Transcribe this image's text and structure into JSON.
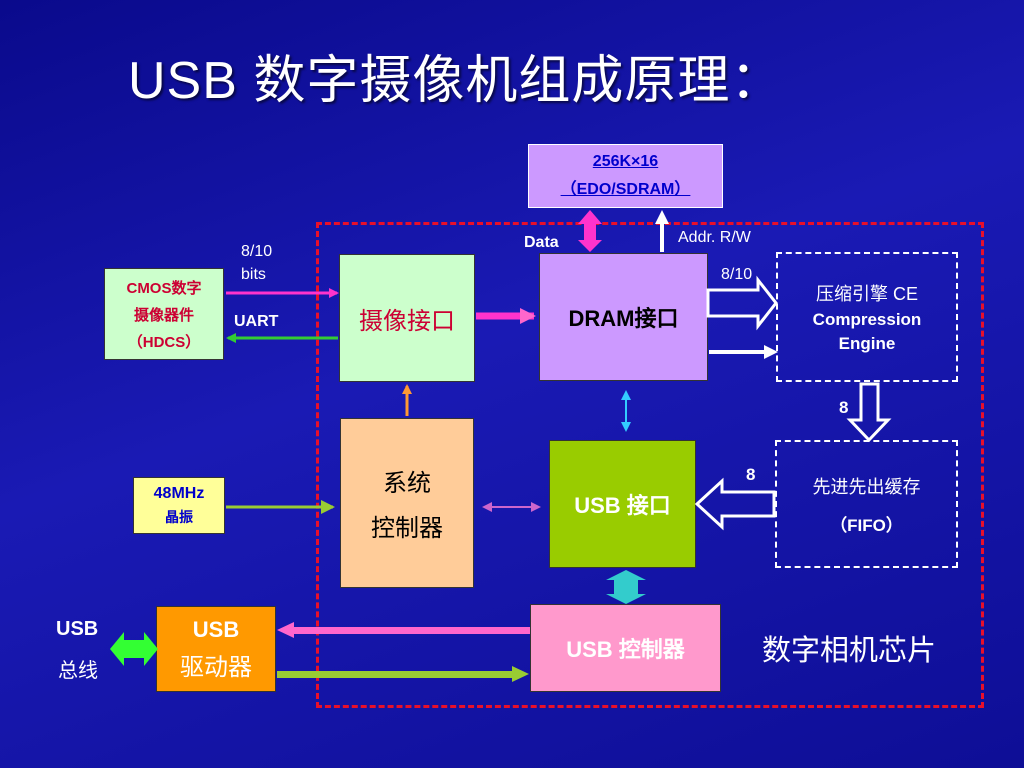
{
  "title": "USB 数字摄像机组成原理：",
  "memory": {
    "line1": "256K×16",
    "line2": "（EDO/SDRAM）"
  },
  "labels": {
    "data": "Data",
    "addr_rw": "Addr. R/W",
    "bits_num": "8/10",
    "bits_unit": "bits",
    "uart": "UART",
    "dram_bits": "8/10",
    "compress_out": "8",
    "fifo_in": "8",
    "usb_bus_line1": "USB",
    "usb_bus_line2": "总线",
    "chip": "数字相机芯片"
  },
  "cmos": {
    "line1": "CMOS数字",
    "line2": "摄像器件",
    "line3": "（HDCS）"
  },
  "camera_if": {
    "label": "摄像接口"
  },
  "dram_if": {
    "label": "DRAM接口"
  },
  "compression": {
    "line1": "压缩引擎 CE",
    "line2": "Compression",
    "line3": "Engine"
  },
  "crystal": {
    "line1": "48MHz",
    "line2": "晶振"
  },
  "system_ctrl": {
    "line1": "系统",
    "line2": "控制器"
  },
  "usb_if": {
    "label": "USB 接口"
  },
  "fifo": {
    "line1": "先进先出缓存",
    "line2": "（FIFO）"
  },
  "usb_driver": {
    "line1": "USB",
    "line2": "驱动器"
  },
  "usb_ctrl": {
    "label": "USB 控制器"
  },
  "colors": {
    "background": "#0e0e9a",
    "chip_border": "#e8102a",
    "memory": "#cc99ff",
    "cmos": "#ccffcc",
    "camera_if": "#ccffcc",
    "dram_if": "#cc99ff",
    "crystal": "#ffff99",
    "system_ctrl": "#ffcc99",
    "usb_if": "#99cc00",
    "usb_driver": "#ff9900",
    "usb_ctrl": "#ff99cc"
  }
}
